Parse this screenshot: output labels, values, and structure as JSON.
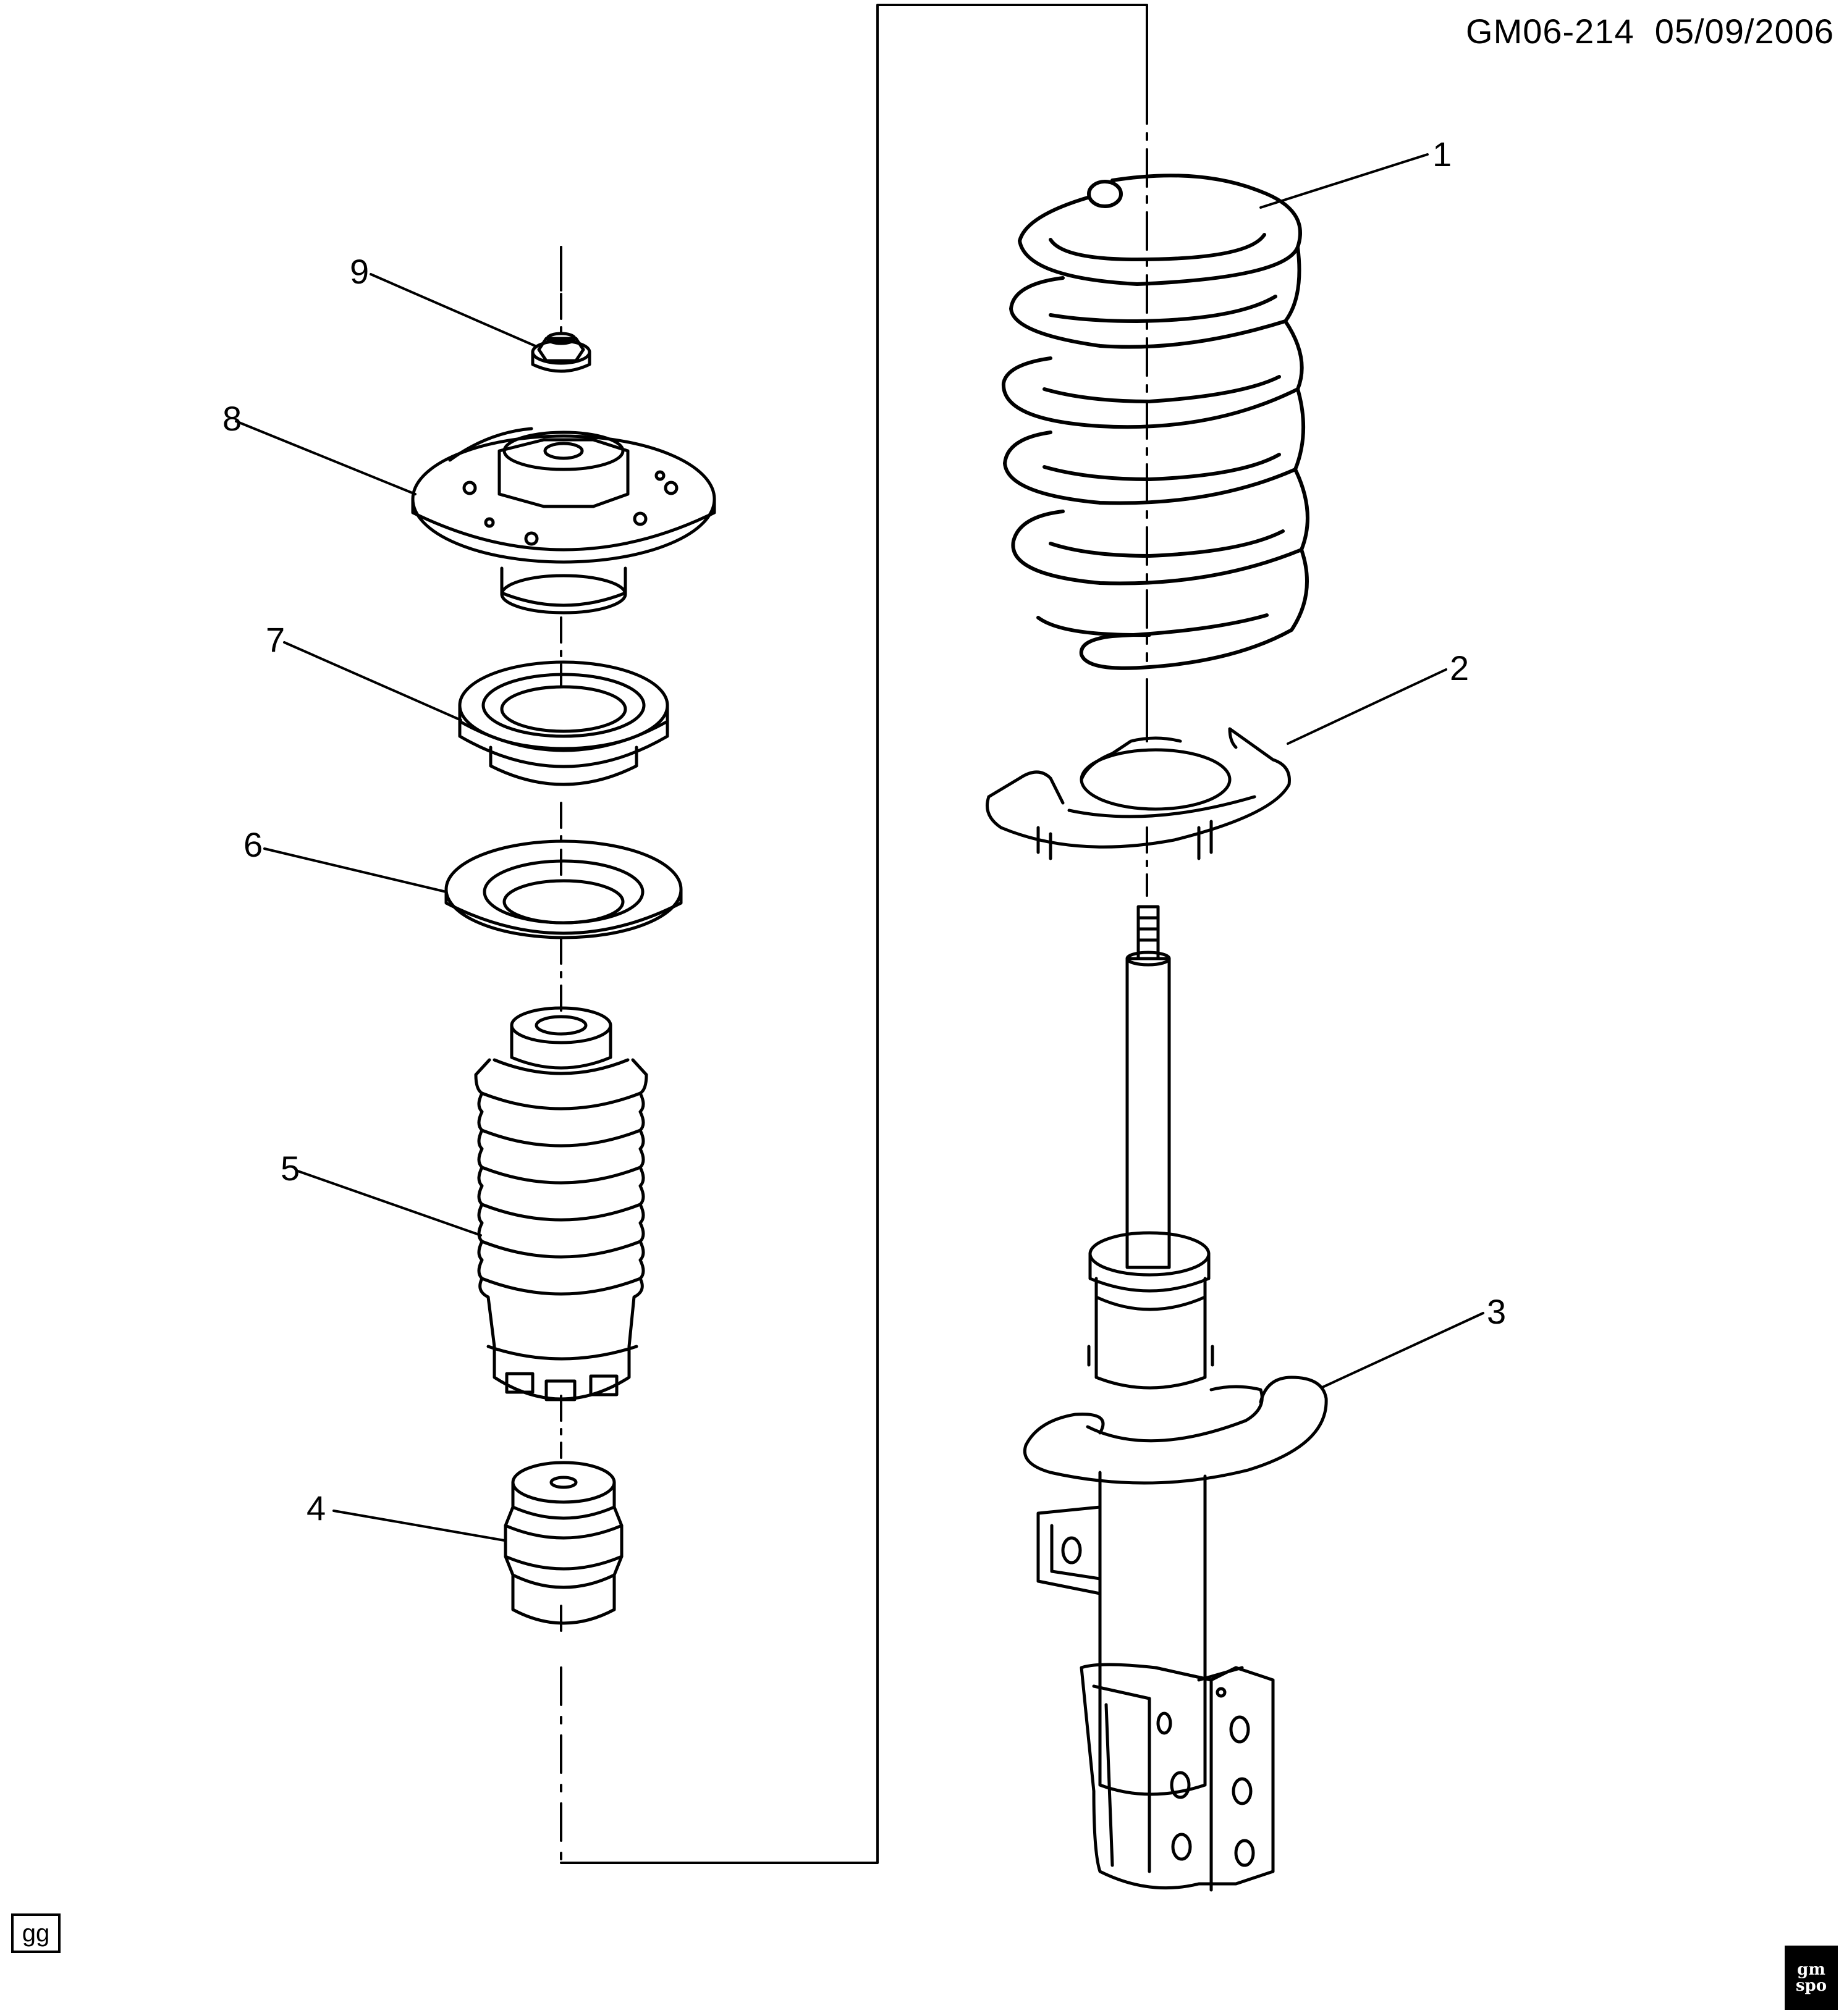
{
  "header": {
    "diagram_id": "GM06-214",
    "date": "05/09/2006"
  },
  "callouts": [
    {
      "number": "1",
      "part": "coil-spring"
    },
    {
      "number": "2",
      "part": "upper-spring-insulator"
    },
    {
      "number": "3",
      "part": "strut-assembly"
    },
    {
      "number": "4",
      "part": "bumper"
    },
    {
      "number": "5",
      "part": "dust-boot"
    },
    {
      "number": "6",
      "part": "spring-seat"
    },
    {
      "number": "7",
      "part": "bearing"
    },
    {
      "number": "8",
      "part": "strut-mount"
    },
    {
      "number": "9",
      "part": "nut"
    }
  ],
  "footer": {
    "stamp": "gg",
    "logo_line1": "gm",
    "logo_line2": "spo"
  }
}
